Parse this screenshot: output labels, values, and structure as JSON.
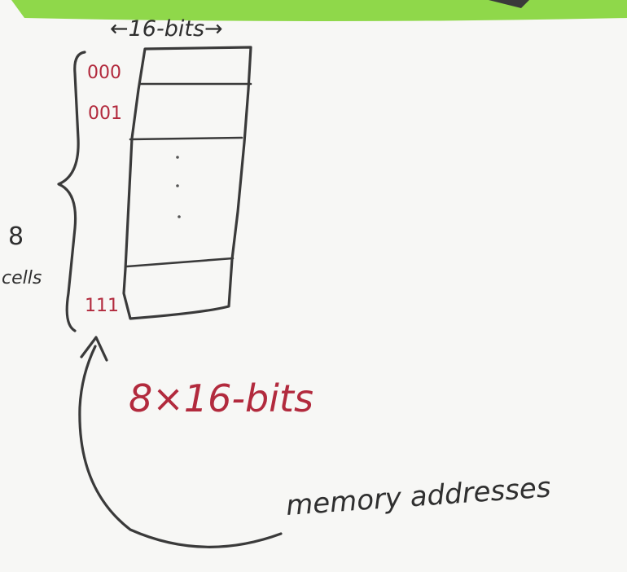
{
  "colors": {
    "banner": "#8fd84a",
    "ink": "#3a3a3a",
    "address_ink": "#b22a3d",
    "board": "#f7f7f5"
  },
  "width_label": "←16-bits→",
  "addresses": {
    "first": "000",
    "second": "001",
    "last": "111"
  },
  "cell_count": {
    "number": "8",
    "unit": "cells"
  },
  "ellipsis": "· · ·",
  "capacity_label": "8×16-bits",
  "pointer_label": "memory addresses"
}
